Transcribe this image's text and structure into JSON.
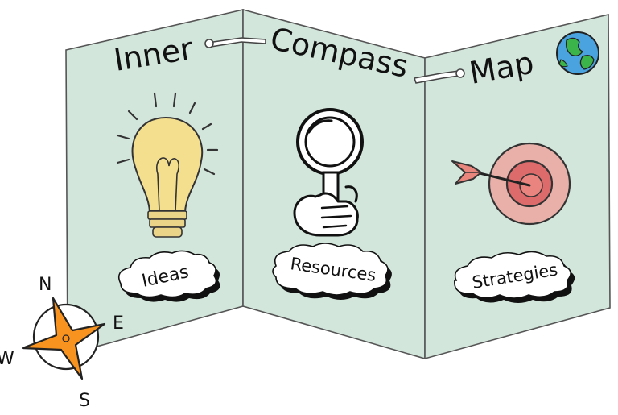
{
  "title": {
    "word1": "Inner",
    "word2": "Compass",
    "word3": "Map"
  },
  "panels": [
    {
      "label": "Ideas",
      "icon": "lightbulb-icon"
    },
    {
      "label": "Resources",
      "icon": "magnifying-glass-icon"
    },
    {
      "label": "Strategies",
      "icon": "target-icon"
    }
  ],
  "compass": {
    "north": "N",
    "east": "E",
    "south": "S",
    "west": "W"
  },
  "colors": {
    "panel_fill": "#d3e6dc",
    "bulb_yellow": "#f3df8e",
    "target_outer": "#e8b0a8",
    "target_inner": "#dd6b6b",
    "compass_star": "#f7931e",
    "globe_blue": "#4aa3df",
    "globe_green": "#3bb54a"
  }
}
